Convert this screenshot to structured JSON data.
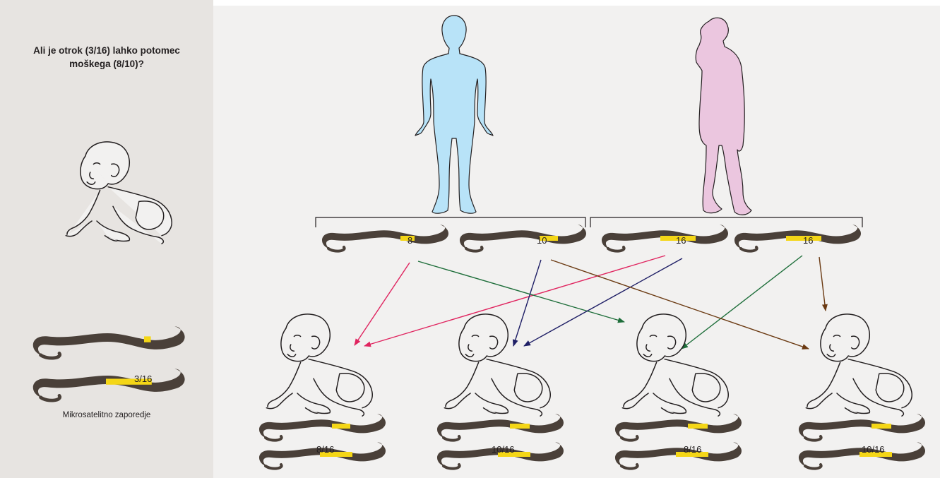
{
  "sidebar": {
    "question": "Ali je otrok (3/16) lahko potomec moškega (8/10)?",
    "sample_ribbon_label": "3/16",
    "caption": "Mikrosatelitno zaporedje"
  },
  "parents": {
    "father_alleles": [
      "8",
      "10"
    ],
    "mother_alleles": [
      "16",
      "16"
    ]
  },
  "children": [
    {
      "genotype": "8/16"
    },
    {
      "genotype": "10/16"
    },
    {
      "genotype": "8/16"
    },
    {
      "genotype": "10/16"
    }
  ],
  "colors": {
    "sidebar_bg": "#e7e4e1",
    "main_bg": "#f2f1f0",
    "father_fill": "#b8e3f8",
    "mother_fill": "#ebc6df",
    "ribbon": "#4a4039",
    "repeat": "#f4d617",
    "arrow_pink": "#e0245f",
    "arrow_green": "#1e6e3a",
    "arrow_navy": "#1f1f66",
    "arrow_brown": "#6b3a12"
  }
}
